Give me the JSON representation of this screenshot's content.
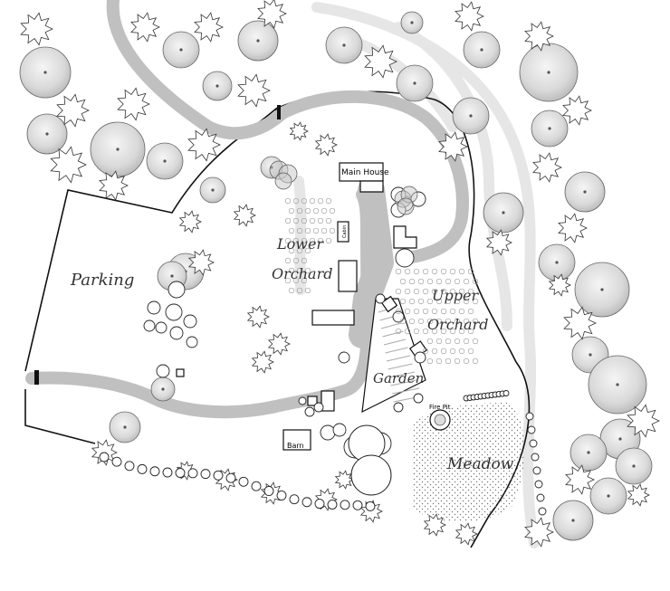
{
  "labels": {
    "parking": "Parking",
    "main_house": "Main House",
    "cabin": "Cabin",
    "lower": "Lower",
    "orchard": "Orchard",
    "upper": "Upper",
    "upper_orchard": "Orchard",
    "garden": "Garden",
    "fire_pit": "Fire Pit",
    "meadow": "Meadow",
    "barn": "Barn"
  },
  "colors": {
    "road": "#c0c0c0",
    "path": "#e6e6e6",
    "outline": "#111111",
    "tree_fill": "#d6d6d6",
    "tree_highlight": "#f3f3f3"
  }
}
